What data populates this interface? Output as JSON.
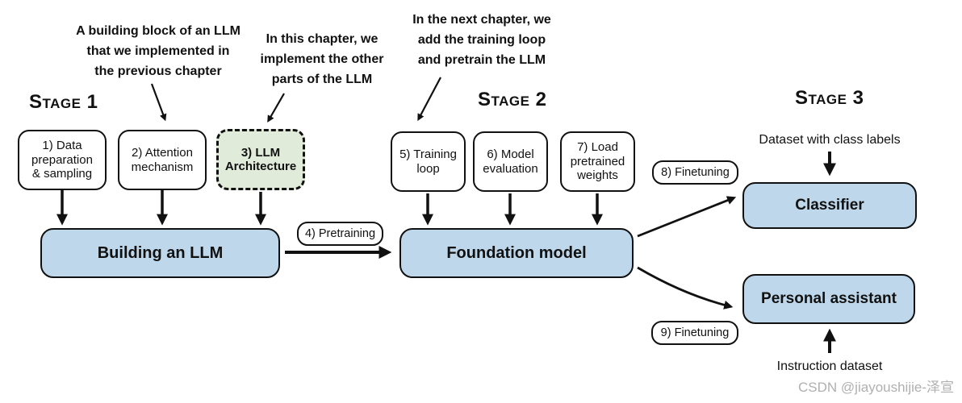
{
  "stage_labels": {
    "s1": "Stage 1",
    "s2": "Stage 2",
    "s3": "Stage 3"
  },
  "annotations": {
    "attention_note": {
      "l1": "A building block of an LLM",
      "l2": "that we implemented in",
      "l3": "the previous chapter"
    },
    "this_chapter_note": {
      "l1": "In this chapter, we",
      "l2": "implement the other",
      "l3": "parts of the LLM"
    },
    "next_chapter_note": {
      "l1": "In the next chapter, we",
      "l2": "add the training loop",
      "l3": "and pretrain the LLM"
    }
  },
  "steps": {
    "data_prep": {
      "l1": "1) Data",
      "l2": "preparation",
      "l3": "& sampling"
    },
    "attention": {
      "l1": "2) Attention",
      "l2": "mechanism"
    },
    "architecture": {
      "l1": "3) LLM",
      "l2": "Architecture"
    },
    "training_loop": {
      "l1": "5) Training",
      "l2": "loop"
    },
    "model_eval": {
      "l1": "6) Model",
      "l2": "evaluation"
    },
    "load_weights": {
      "l1": "7) Load",
      "l2": "pretrained",
      "l3": "weights"
    }
  },
  "nodes": {
    "building_llm": "Building an LLM",
    "foundation_model": "Foundation model",
    "classifier": "Classifier",
    "personal_assistant": "Personal assistant"
  },
  "edge_labels": {
    "pretraining": "4) Pretraining",
    "finetuning_classifier": "8) Finetuning",
    "finetuning_assistant": "9) Finetuning"
  },
  "inputs": {
    "classifier_dataset": "Dataset with class labels",
    "assistant_dataset": "Instruction dataset"
  },
  "watermark": "CSDN @jiayoushijie-泽宣",
  "colors": {
    "node_fill": "#bed7ea",
    "highlight_fill": "#e0ecd9",
    "ink": "#111111",
    "watermark_gray": "#b0b0b0"
  }
}
